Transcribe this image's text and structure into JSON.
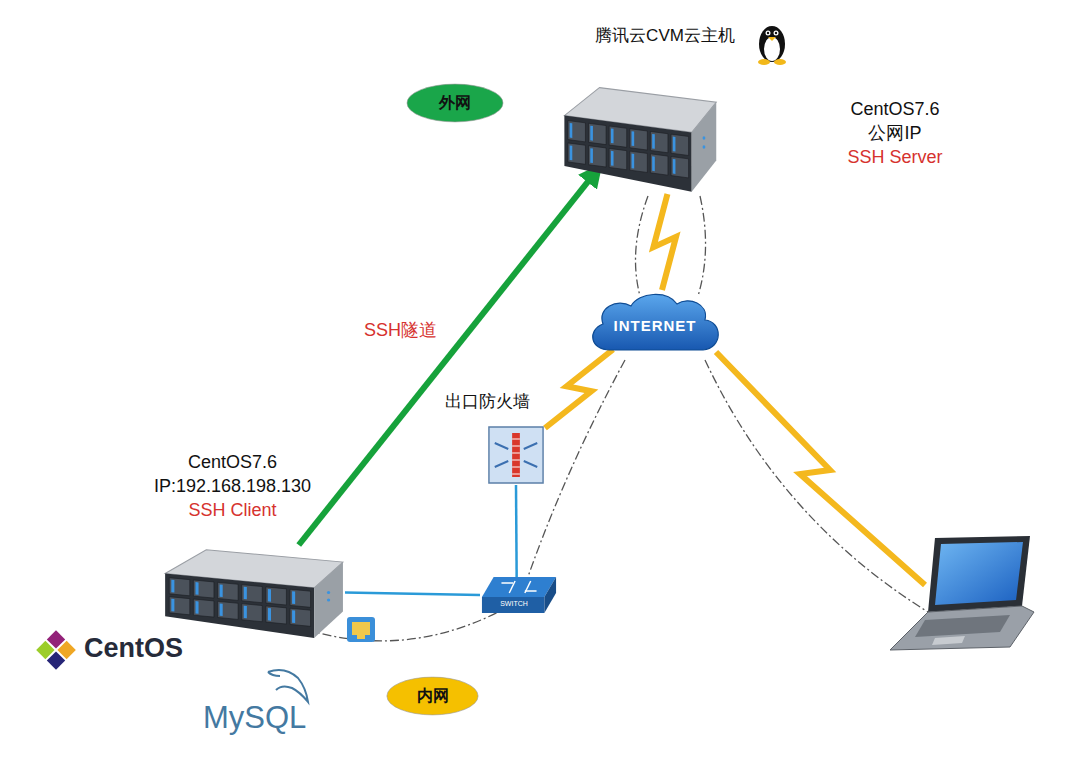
{
  "diagram": {
    "nodes": [
      {
        "text": [
          "外网"
        ]
      },
      {
        "text": [
          "腾讯云CVM云主机",
          "CentOS7.6",
          "公网IP",
          "SSH Server"
        ]
      },
      {
        "text": [
          "INTERNET"
        ]
      },
      {
        "text": [
          "出口防火墙"
        ]
      },
      {
        "text": [
          "CentOS7.6",
          "IP:192.168.198.130",
          "SSH Client"
        ]
      },
      {
        "text": [
          "SWITCH"
        ]
      },
      {
        "text": [
          "内网"
        ]
      }
    ],
    "edges": [
      {
        "from": 4,
        "to": 1,
        "arrow": "to",
        "label": "SSH隧道"
      },
      {
        "from": 1,
        "to": 2,
        "arrow": "none"
      },
      {
        "from": 2,
        "to": 3,
        "arrow": "none"
      },
      {
        "from": 4,
        "to": 5,
        "arrow": "none"
      },
      {
        "from": 5,
        "to": 3,
        "arrow": "none"
      }
    ],
    "labels": [
      "CentOS",
      "MySQL"
    ]
  }
}
